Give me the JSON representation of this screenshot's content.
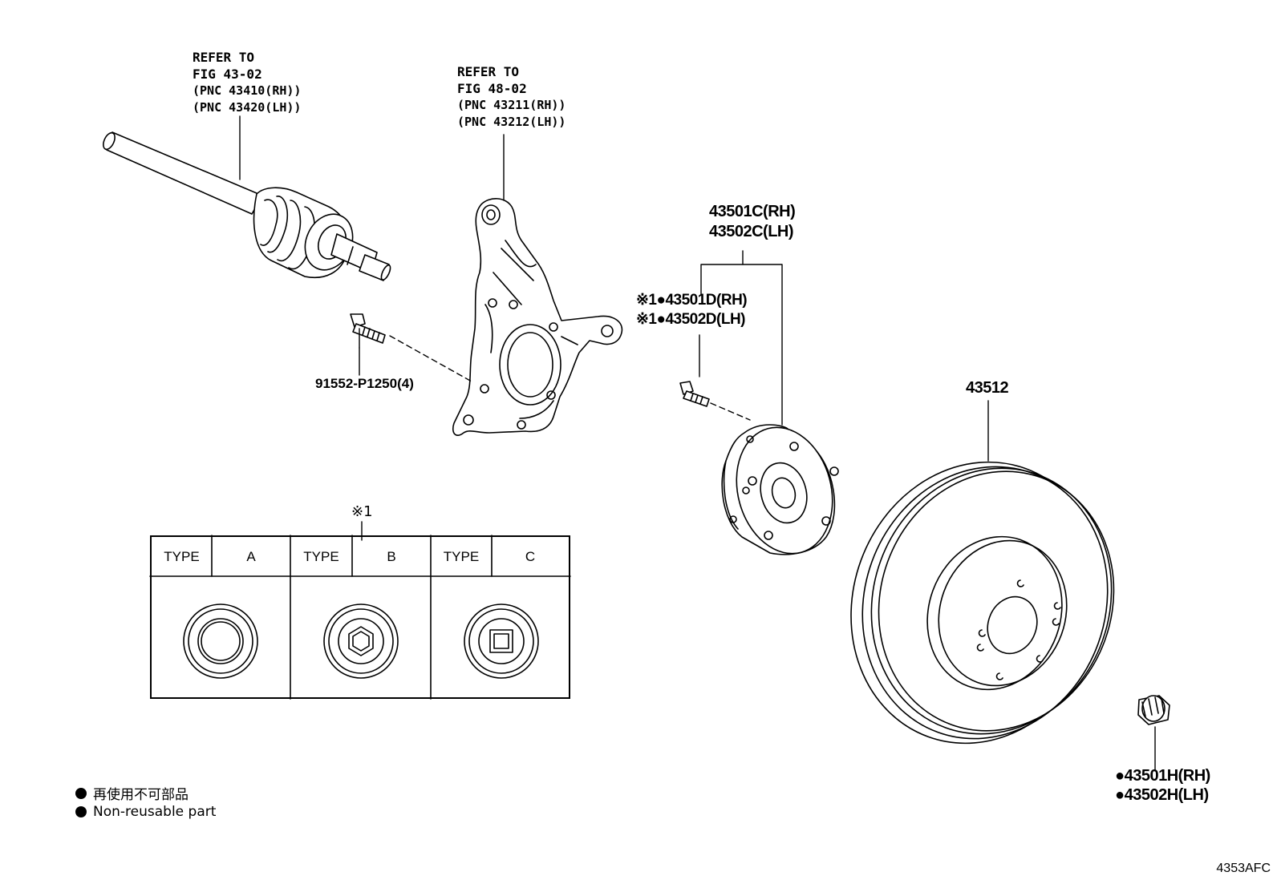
{
  "labels": {
    "drive_shaft": {
      "line1": "REFER TO",
      "line2": "FIG 43-02",
      "line3": "(PNC 43410(RH))",
      "line4": "(PNC 43420(LH))"
    },
    "knuckle": {
      "line1": "REFER TO",
      "line2": "FIG 48-02",
      "line3": "(PNC 43211(RH))",
      "line4": "(PNC 43212(LH))"
    },
    "hub_bolt_knuckle": "91552-P1250(4)",
    "hub_assembly": {
      "rh": "43501C(RH)",
      "lh": "43502C(LH)"
    },
    "hub_bolt": {
      "rh": "※1●43501D(RH)",
      "lh": "※1●43502D(LH)"
    },
    "disc": "43512",
    "nut": {
      "rh": "●43501H(RH)",
      "lh": "●43502H(LH)"
    },
    "table_ref": "※1"
  },
  "type_table": [
    {
      "type_label": "TYPE",
      "type_value": "A"
    },
    {
      "type_label": "TYPE",
      "type_value": "B"
    },
    {
      "type_label": "TYPE",
      "type_value": "C"
    }
  ],
  "legend": {
    "line1": "再使用不可部品",
    "line2": "Non-reusable part"
  },
  "figure_code": "4353AFC",
  "icons": [
    "drive-shaft-icon",
    "steering-knuckle-icon",
    "bolt-icon",
    "hub-bearing-icon",
    "brake-disc-icon",
    "hub-nut-icon"
  ]
}
